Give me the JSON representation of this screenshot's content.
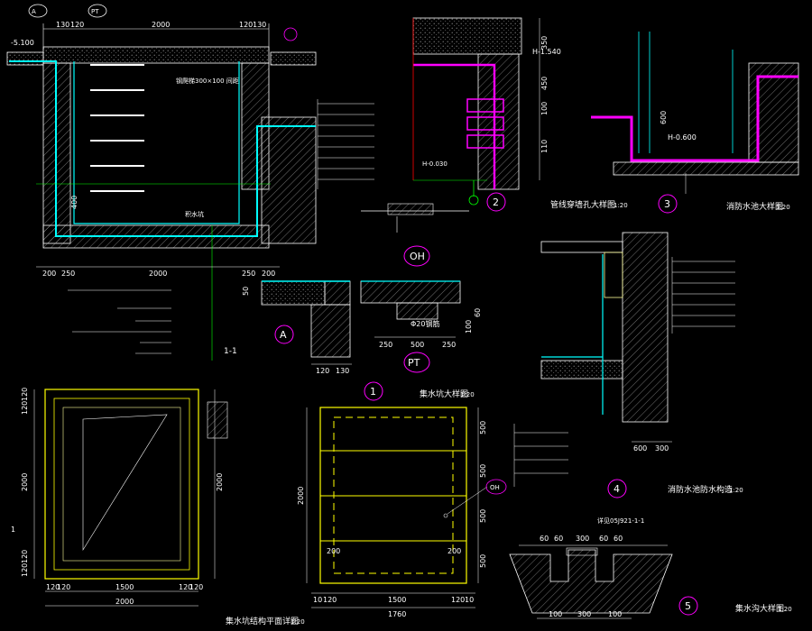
{
  "top_section": {
    "elev_left": "-5.100",
    "left_dims": [
      "130",
      "120"
    ],
    "right_dims": [
      "120",
      "130"
    ],
    "span_top": "2000",
    "ladder_label": "钢爬梯300×100 间距",
    "bottom_dims": [
      "200",
      "250",
      "2000",
      "250",
      "200"
    ],
    "dim_400": "400",
    "water_label": "积水坑",
    "section_label": "1-1",
    "callout_a": "A",
    "callout_pt": "PT"
  },
  "detail_2": {
    "elev": "H-1.540",
    "dims": [
      "350",
      "450",
      "100",
      "110"
    ],
    "elev2": "H-0.030",
    "number": "2",
    "title": "管线穿墙孔大样图",
    "scale": "1:20"
  },
  "detail_3": {
    "elev": "H-0.600",
    "dim": "600",
    "number": "3",
    "title": "消防水池大样图",
    "scale": "1:20"
  },
  "detail_oh": {
    "label": "OH"
  },
  "detail_a": {
    "label": "A",
    "dims": [
      "50",
      "120",
      "130"
    ]
  },
  "detail_pt": {
    "label": "PT",
    "rebar": "Φ20钢筋",
    "dims": [
      "250",
      "500",
      "250",
      "100",
      "60"
    ]
  },
  "detail_1": {
    "number": "1",
    "title": "集水坑大样图",
    "scale": "1:20"
  },
  "detail_4": {
    "number": "4",
    "title": "消防水池防水构造",
    "scale": "1:20",
    "dims": [
      "600",
      "300"
    ]
  },
  "plan_left": {
    "dims_left": [
      "120",
      "120",
      "2000",
      "120",
      "120"
    ],
    "dims_right": [
      "2000"
    ],
    "dims_bottom": [
      "120",
      "120",
      "1500",
      "120",
      "120",
      "2000"
    ],
    "title": "集水坑结构平面详图",
    "scale": "1:20",
    "mark": "1"
  },
  "plan_mid": {
    "dims_right": [
      "500",
      "500",
      "500",
      "500"
    ],
    "dims_left": [
      "2000"
    ],
    "dims_inner": [
      "200",
      "200"
    ],
    "dims_bottom": [
      "10",
      "120",
      "1500",
      "120",
      "10",
      "1760"
    ],
    "callout_oh": "OH"
  },
  "detail_5": {
    "number": "5",
    "ref": "详见05J921-1-1",
    "dims": [
      "60",
      "60",
      "300",
      "60",
      "60"
    ],
    "dims_bottom": [
      "100",
      "300",
      "100"
    ],
    "title": "集水沟大样图",
    "scale": "1:20"
  },
  "colors": {
    "white": "#ffffff",
    "cyan": "#00ffff",
    "magenta": "#ff00ff",
    "yellow": "#ffff00",
    "green": "#00ff00",
    "red": "#ff0000",
    "purple": "#cc66ff"
  }
}
